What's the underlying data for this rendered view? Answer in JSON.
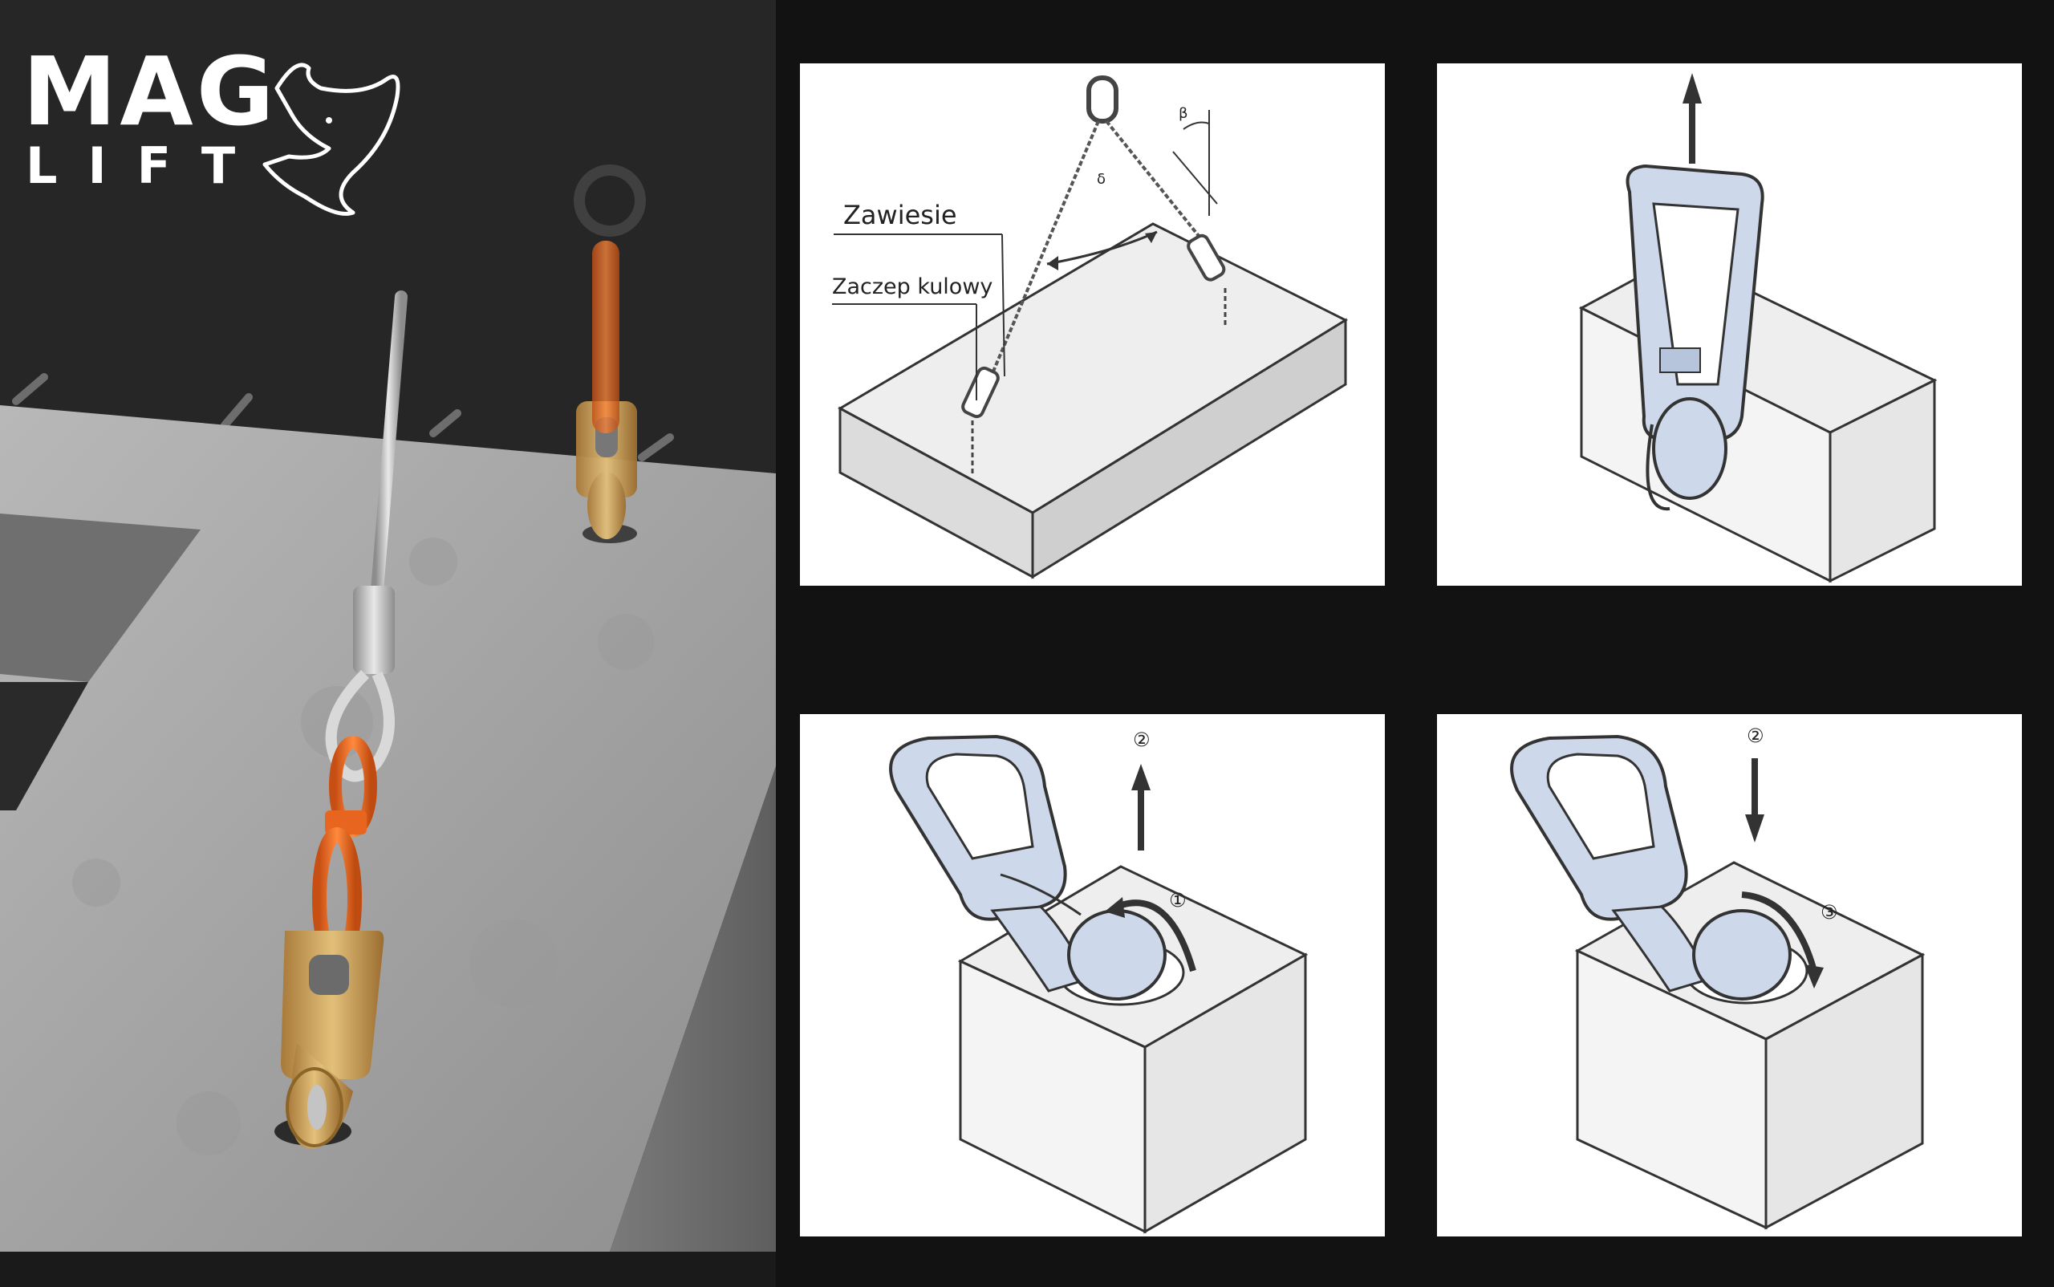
{
  "logo": {
    "line1": "MAG",
    "line2": "LIFT"
  },
  "panels": {
    "sling_diagram": {
      "label_sling": "Zawiesie",
      "label_clutch": "Zaczep kulowy",
      "angle_beta": "β",
      "angle_delta": "δ"
    },
    "lift_up": {},
    "attach": {
      "step_up": "②",
      "step_rotate": "①"
    },
    "release": {
      "step_down": "②",
      "step_rotate": "③"
    }
  },
  "colors": {
    "background": "#121212",
    "concrete": "#a3a3a3",
    "orange_link": "#ef6a22",
    "brass_clutch": "#c9a05a",
    "steel_blue": "#c9d8ec",
    "panel_bg": "#ffffff"
  }
}
